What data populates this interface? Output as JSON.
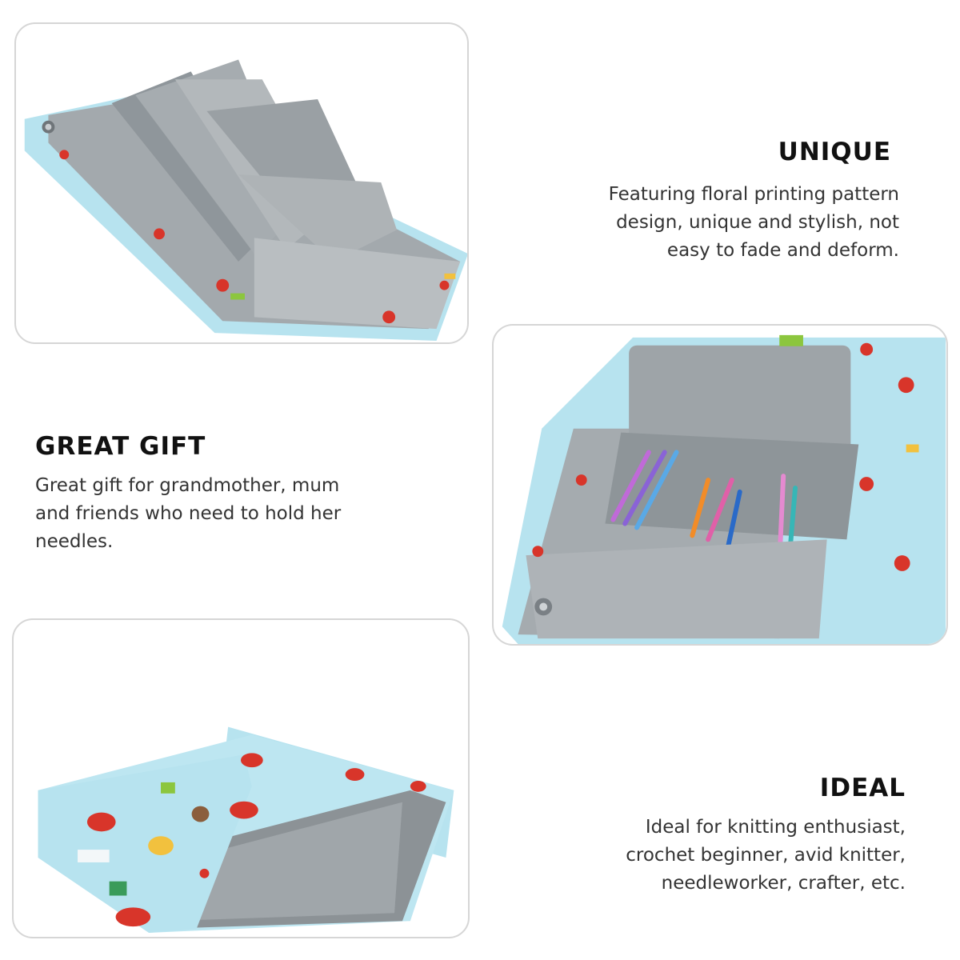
{
  "features": {
    "unique": {
      "title": "UNIQUE",
      "lines": [
        "Featuring floral printing pattern",
        "design, unique and stylish, not",
        "easy to fade and deform."
      ]
    },
    "great_gift": {
      "title": "GREAT GIFT",
      "lines": [
        "Great gift for grandmother, mum",
        "and friends who need to hold her",
        "needles."
      ]
    },
    "ideal": {
      "title": "IDEAL",
      "lines": [
        "Ideal for knitting enthusiast,",
        "crochet beginner, avid knitter,",
        "needleworker, crafter, etc."
      ]
    }
  },
  "colors": {
    "fabric_blue": "#b7e3ef",
    "lining_gray": "#9ba1a5",
    "pattern_red": "#d8352a",
    "card_border": "#d6d6d6"
  }
}
